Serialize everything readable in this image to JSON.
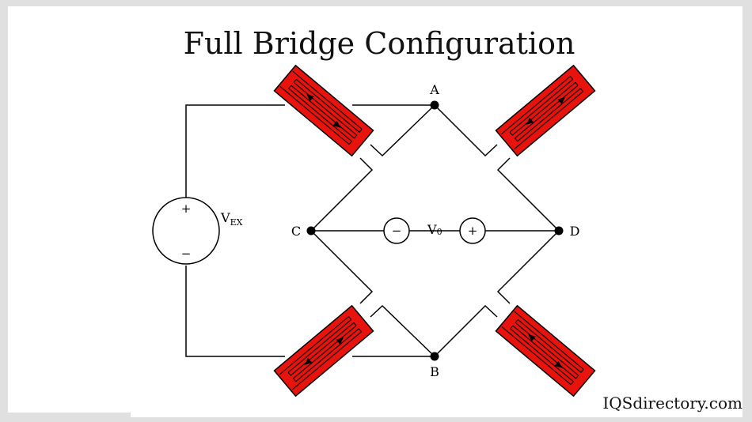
{
  "title": "Full Bridge Configuration",
  "labels": {
    "node_a": "A",
    "node_b": "B",
    "node_c": "C",
    "node_d": "D",
    "vex_main": "V",
    "vex_sub": "EX",
    "v0_main": "V",
    "v0_sub": "0",
    "source_plus": "+",
    "source_minus": "−",
    "meter_minus": "−",
    "meter_plus": "+"
  },
  "watermark": "IQSdirectory.com",
  "colors": {
    "background": "#ffffff",
    "frame": "#e0e0e0",
    "wire": "#000000",
    "gauge_fill": "#e8130c",
    "gauge_stroke": "#000000"
  }
}
